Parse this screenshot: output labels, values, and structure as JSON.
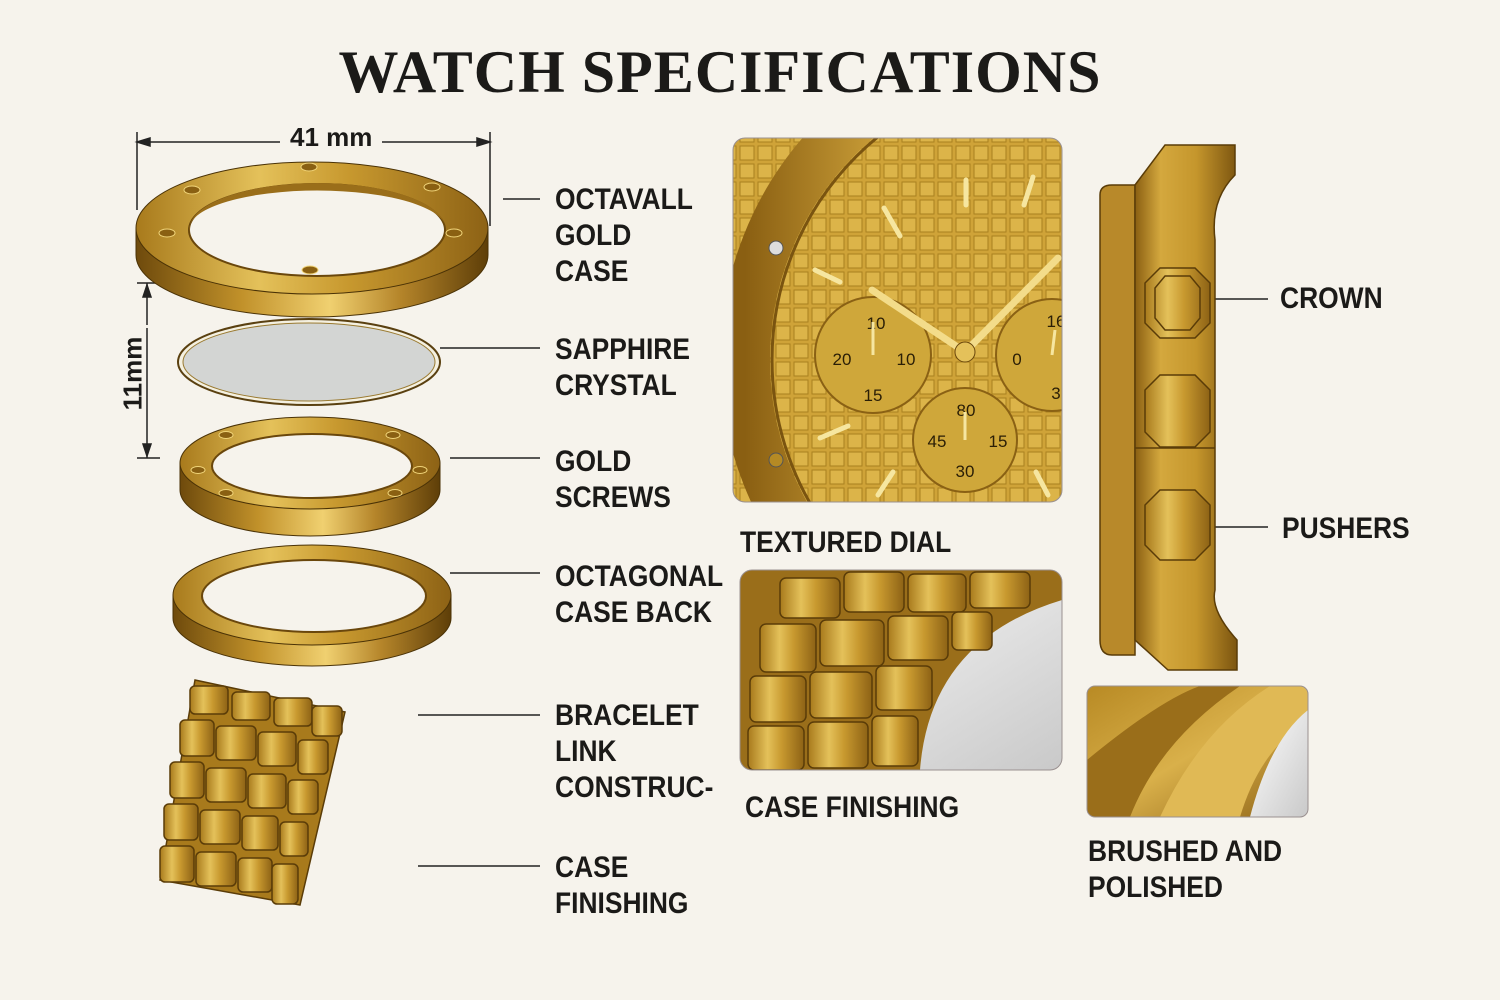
{
  "title": "WATCH SPECIFICATIONS",
  "dimensions": {
    "width": "41 mm",
    "height": "11mm"
  },
  "left_labels": [
    {
      "lines": [
        "OCTAVALL",
        "GOLD",
        "CASE"
      ]
    },
    {
      "lines": [
        "SAPPHIRE",
        "CRYSTAL"
      ]
    },
    {
      "lines": [
        "GOLD",
        "SCREWS"
      ]
    },
    {
      "lines": [
        "OCTAGONAL",
        "CASE BACK"
      ]
    },
    {
      "lines": [
        "BRACELET",
        "LINK",
        "CONSTRUC-"
      ]
    },
    {
      "lines": [
        "CASE",
        "FINISHING"
      ]
    }
  ],
  "dial": {
    "caption": "TEXTURED DIAL",
    "left_subdial": [
      "10",
      "20",
      "10",
      "15"
    ],
    "right_subdial": [
      "16",
      "0",
      "3"
    ],
    "bottom_subdial": [
      "80",
      "45",
      "15",
      "30"
    ]
  },
  "bracelet_caption": "CASE FINISHING",
  "side_labels": {
    "crown": "CROWN",
    "pushers": "PUSHERS"
  },
  "finish_caption": [
    "BRUSHED AND",
    "POLISHED"
  ],
  "colors": {
    "gold_light": "#e8c65a",
    "gold_mid": "#c99a2e",
    "gold_dark": "#7a5410",
    "background": "#f6f3ec"
  }
}
